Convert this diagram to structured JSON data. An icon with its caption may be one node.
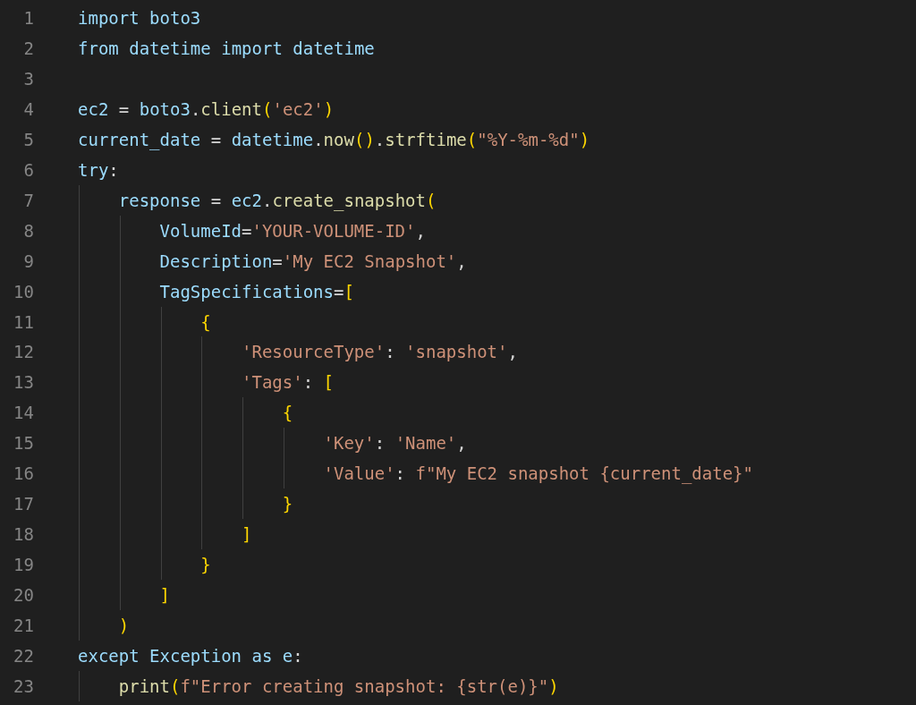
{
  "diagram": {
    "labels": [
      "1",
      "import boto3",
      "2",
      "from datetime import datetime",
      "3",
      "4",
      "ec2 = boto3.client('ec2')",
      "5",
      "current_date = datetime.now().strftime(\"%Y-%m-%d\")",
      "6",
      "try:",
      "7",
      "    response = ec2.create_snapshot(",
      "8",
      "        VolumeId='YOUR-VOLUME-ID',",
      "9",
      "        Description='My EC2 Snapshot',",
      "10",
      "        TagSpecifications=[",
      "11",
      "            {",
      "12",
      "                'ResourceType': 'snapshot',",
      "13",
      "                'Tags': [",
      "14",
      "                    {",
      "15",
      "                        'Key': 'Name',",
      "16",
      "                        'Value': f\"My EC2 snapshot {current_date}\"",
      "17",
      "                    }",
      "18",
      "                ]",
      "19",
      "            }",
      "20",
      "        ]",
      "21",
      "    )",
      "22",
      "except Exception as e:",
      "23",
      "    print(f\"Error creating snapshot: {str(e)}\")"
    ]
  }
}
